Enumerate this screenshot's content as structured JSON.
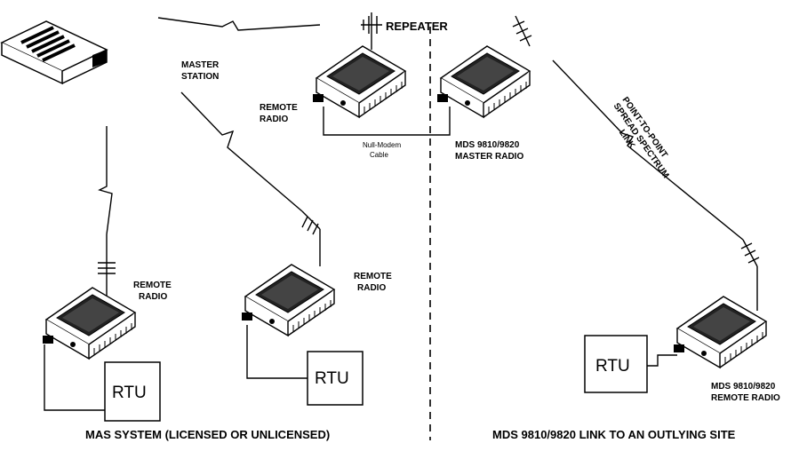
{
  "labels": {
    "master_station": [
      "MASTER",
      "STATION"
    ],
    "repeater": "REPEATER",
    "remote_radio": [
      "REMOTE",
      "RADIO"
    ],
    "null_modem": [
      "Null-Modem",
      "Cable"
    ],
    "mds_master": [
      "MDS 9810/9820",
      "MASTER RADIO"
    ],
    "ptp_link": [
      "POINT-TO-POINT",
      "SPREAD SPECTRUM",
      "LINK"
    ],
    "mds_remote": [
      "MDS 9810/9820",
      "REMOTE RADIO"
    ],
    "rtu": "RTU",
    "mas_caption": "MAS SYSTEM (LICENSED OR UNLICENSED)",
    "mds_caption": "MDS 9810/9820 LINK TO AN OUTLYING SITE"
  }
}
